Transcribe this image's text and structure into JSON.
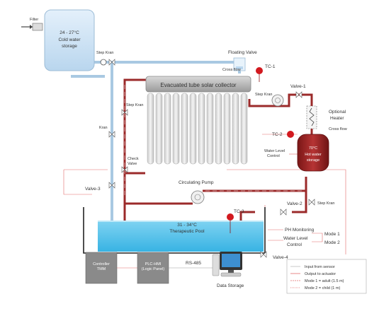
{
  "filter": "Filter",
  "cold_tank": {
    "temp": "24 - 27°C",
    "line1": "Cold water",
    "line2": "storage"
  },
  "floating_valve": "Floating Valve",
  "step_kran_top": "Step Kran",
  "cross_flow_top": "Cross flow",
  "tc1": "TC-1",
  "collector": "Evacuated tube solar collector",
  "step_kran_left": "Step Kran",
  "kran": "Kran",
  "step_kran_right": "Step Kran",
  "valve1": "Valve-1",
  "heater": {
    "line1": "Optional",
    "line2": "Heater"
  },
  "cross_flow_right": "Cross flow",
  "tc2": "TC-2",
  "hot_tank": {
    "temp": "70°C",
    "line1": "Hot water",
    "line2": "storage"
  },
  "wl_control_top": {
    "line1": "Water Level",
    "line2": "Control"
  },
  "check_valve": {
    "line1": "Check",
    "line2": "Valve"
  },
  "valve3": "Valve-3",
  "circ_pump": "Circulating Pump",
  "step_kran_bottom": "Step Kran",
  "valve2": "Valve-2",
  "tc3": "TC-3",
  "pool": {
    "temp": "31 - 34°C",
    "name": "Therapeutic Pool"
  },
  "ph": "PH Monitoring",
  "wl_control": {
    "line1": "Water Level",
    "line2": "Control"
  },
  "mode1": "Mode 1",
  "mode2": "Mode 2",
  "valve4": "Valve-4",
  "controller": {
    "line1": "Controller",
    "line2": "TMM"
  },
  "plc": {
    "line1": "PLC-HMI",
    "line2": "(Logic Panel)"
  },
  "rs485": "RS-485",
  "data_storage": "Data Storage",
  "legend": [
    "Input from sensor",
    "Output to actuator",
    "Mode 1 = adult (1.5 m)",
    "Mode 2 = child (1 m)"
  ],
  "colors": {
    "hot_pipe": "#9b2a2a",
    "cold_pipe": "#a9c9e2",
    "sensor": "#d2191f",
    "signal": "#e36b6b"
  }
}
